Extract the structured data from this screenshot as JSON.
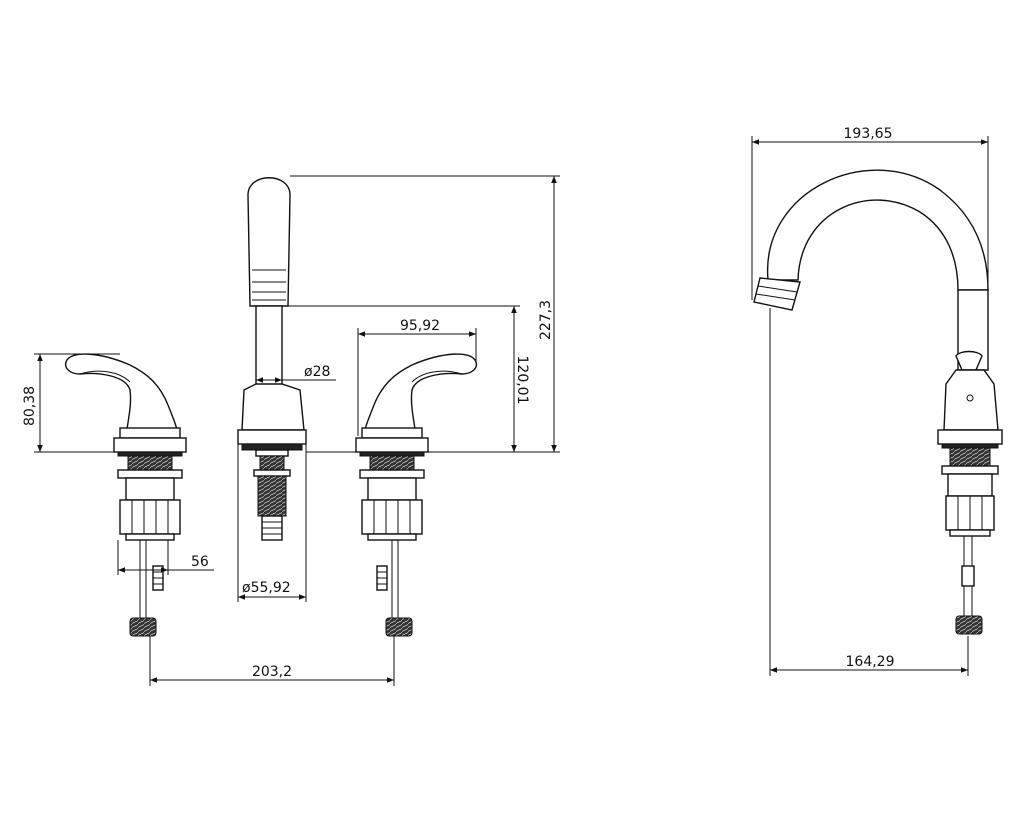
{
  "dimensions": {
    "handle_height": "80,38",
    "shank_offset": "56",
    "spout_diameter": "ø28",
    "base_diameter": "ø55,92",
    "center_spread": "203,2",
    "handle_reach": "95,92",
    "spout_outlet_height": "120,01",
    "overall_height": "227,3",
    "spout_reach_top": "193,65",
    "spout_reach_bottom": "164,29"
  }
}
